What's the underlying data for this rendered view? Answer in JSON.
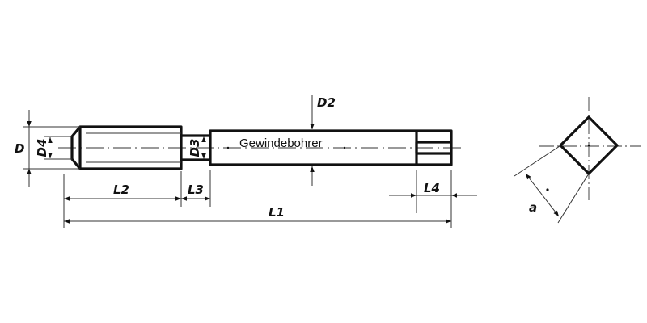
{
  "diagram": {
    "part_label": "Gewindebohrer",
    "dimensions": {
      "D": "D",
      "D2": "D2",
      "D3": "D3",
      "D4": "D4",
      "L1": "L1",
      "L2": "L2",
      "L3": "L3",
      "L4": "L4",
      "a": "a"
    }
  }
}
